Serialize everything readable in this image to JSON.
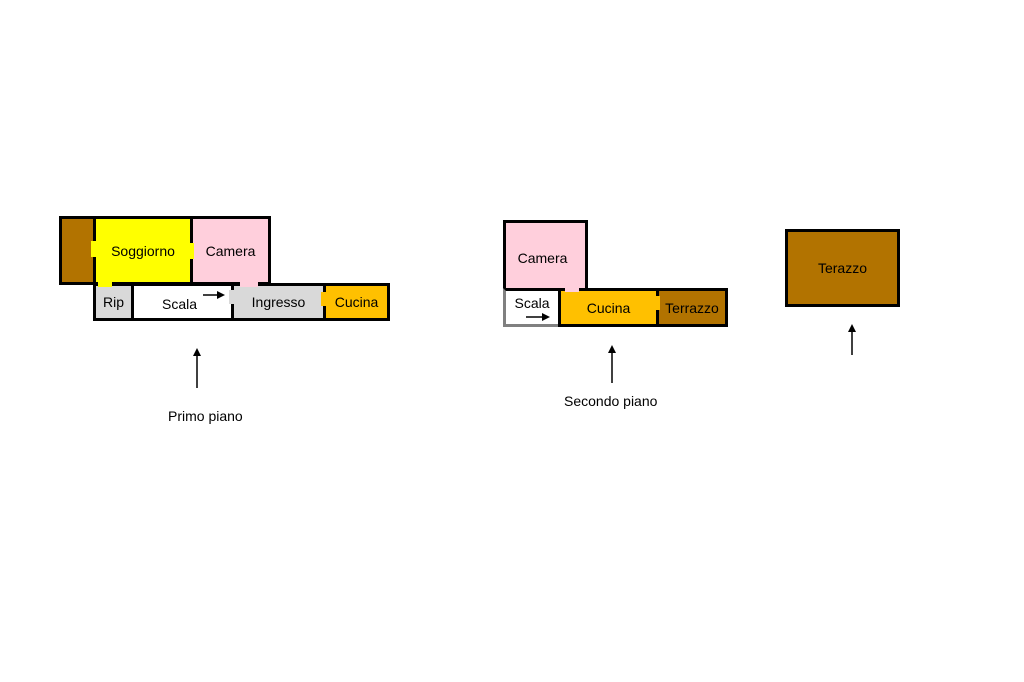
{
  "colors": {
    "brown": "#b27300",
    "yellow": "#ffff00",
    "pink": "#ffcfdc",
    "gold": "#ffc000",
    "grey": "#d9d9d9",
    "white": "#ffffff",
    "wall": "#000000"
  },
  "primo_piano": {
    "caption": "Primo piano",
    "rooms": {
      "soggiorno": "Soggiorno",
      "camera": "Camera",
      "rip": "Rip",
      "scala": "Scala",
      "ingresso": "Ingresso",
      "cucina": "Cucina"
    }
  },
  "secondo_piano": {
    "caption": "Secondo piano",
    "rooms": {
      "camera": "Camera",
      "scala": "Scala",
      "cucina": "Cucina",
      "terrazzo": "Terrazzo"
    }
  },
  "terrazzo_piano": {
    "rooms": {
      "terrazzo": "Terazzo"
    }
  }
}
